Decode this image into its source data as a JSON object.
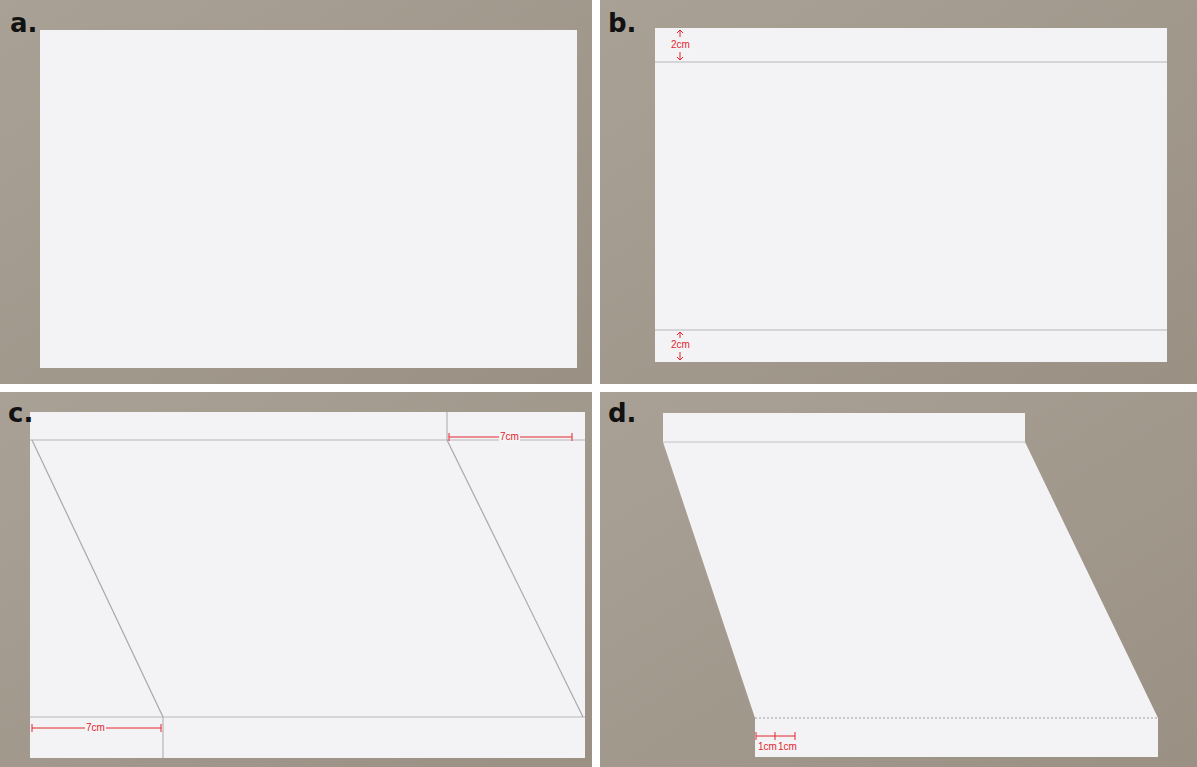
{
  "diagram": {
    "labels": [
      "a.",
      "b.",
      "2cm",
      "2cm",
      "c.",
      "7cm",
      "7cm",
      "d.",
      "1cm",
      "1cm"
    ]
  }
}
